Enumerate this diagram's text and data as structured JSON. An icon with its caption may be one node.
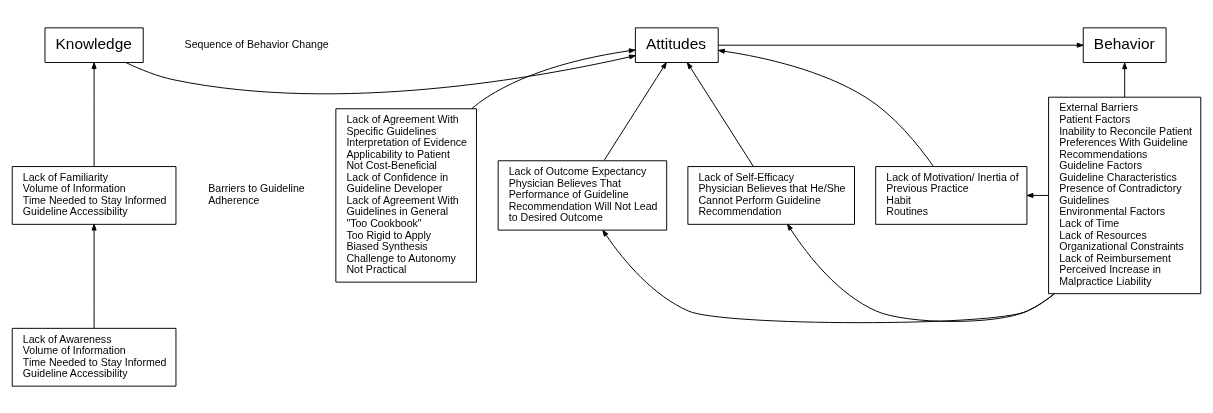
{
  "diagram": {
    "nodes": [
      {
        "text": [
          "Knowledge"
        ]
      },
      {
        "text": [
          "Attitudes"
        ]
      },
      {
        "text": [
          "Behavior"
        ]
      },
      {
        "text": [
          "Lack of Familiarity",
          "Volume of Information",
          "Time Needed to Stay Informed",
          "Guideline Accessibility"
        ]
      },
      {
        "text": [
          "Lack of Awareness",
          "Volume of Information",
          "Time Needed to Stay Informed",
          "Guideline Accessibility"
        ]
      },
      {
        "text": [
          "Lack of Agreement With Specific Guidelines",
          "Interpretation of Evidence",
          "Applicability to Patient",
          "Not Cost-Beneficial",
          "Lack of Confidence in Guideline Developer",
          "Lack of Agreement With Guidelines in General",
          "\"Too Cookbook\"",
          "Too Rigid to Apply",
          "Biased Synthesis",
          "Challenge to Autonomy",
          "Not Practical"
        ]
      },
      {
        "text": [
          "Lack of Outcome Expectancy",
          "Physician Believes That Performance of Guideline Recommendation Will Not Lead to Desired Outcome"
        ]
      },
      {
        "text": [
          "Lack of Self-Efficacy",
          "Physician Believes that He/She Cannot Perform Guideline Recommendation"
        ]
      },
      {
        "text": [
          "Lack of Motivation/ Inertia of Previous Practice",
          "Habit",
          "Routines"
        ]
      },
      {
        "text": [
          "External Barriers",
          "Patient Factors",
          "Inability to Reconcile Patient Preferences With Guideline Recommendations",
          "Guideline Factors",
          "Guideline Characteristics",
          "Presence of Contradictory Guidelines",
          "Environmental Factors",
          "Lack of Time",
          "Lack of Resources",
          "Organizational Constraints",
          "Lack of Reimbursement",
          "Perceived Increase in Malpractice Liability"
        ]
      }
    ],
    "edges": [
      {
        "from": 0,
        "to": 1,
        "arrow": "to"
      },
      {
        "from": 1,
        "to": 2,
        "arrow": "to"
      },
      {
        "from": 3,
        "to": 0,
        "arrow": "to"
      },
      {
        "from": 4,
        "to": 3,
        "arrow": "to"
      },
      {
        "from": 5,
        "to": 1,
        "arrow": "to"
      },
      {
        "from": 6,
        "to": 1,
        "arrow": "to"
      },
      {
        "from": 7,
        "to": 1,
        "arrow": "to"
      },
      {
        "from": 8,
        "to": 1,
        "arrow": "to"
      },
      {
        "from": 9,
        "to": 2,
        "arrow": "to"
      },
      {
        "from": 9,
        "to": 6,
        "arrow": "to"
      },
      {
        "from": 9,
        "to": 7,
        "arrow": "to"
      },
      {
        "from": 9,
        "to": 8,
        "arrow": "to"
      }
    ],
    "labels": [
      "Sequence of Behavior Change",
      "Barriers to Guideline Adherence"
    ]
  }
}
